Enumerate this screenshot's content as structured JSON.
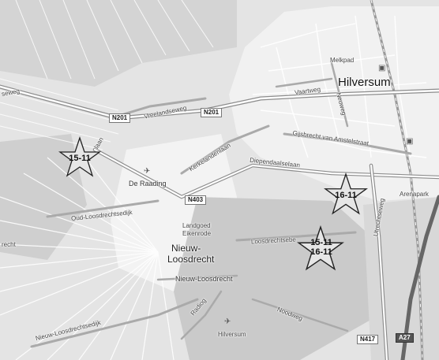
{
  "places": {
    "hilversum": "Hilversum",
    "nieuw_loosdrecht_1": "Nieuw-",
    "nieuw_loosdrecht_2": "Loosdrecht",
    "nieuw_loosdrecht_lane": "Nieuw-Loosdrecht",
    "de_raading": "De Raading",
    "landgoed_1": "Landgoed",
    "landgoed_2": "Eikenrode",
    "arenapark": "Arenapark",
    "hilversum_airfield": "Hilversum",
    "melkpad": "Melkpad"
  },
  "streets": {
    "vreelandseweg": "Vreelandseweg",
    "seweg_left": "seweg",
    "vaartweg": "Vaartweg",
    "neuweg": "Neuweg",
    "gijsbrecht": "Gijsbrecht van Amstelstraat",
    "diependaalselaan": "Diependaalselaan",
    "kerkelanden": "Kerkelandenlaan",
    "oud_loosdrechtsedijk": "Oud-Loosdrechtsedijk",
    "recht_left": "recht",
    "loosdrechtsebe": "Loosdrechtsebe",
    "utrechtseweg": "Utrechtseweg",
    "nieuw_loosdrechtsedijk": "Nieuw-Loosdrechtsedijk",
    "radiog": "Radiog",
    "noodweg": "Noodweg",
    "kerkelaan_frag": "laan"
  },
  "roads": {
    "n201_a": "N201",
    "n201_b": "N201",
    "n403": "N403",
    "n417": "N417",
    "a27": "A27"
  },
  "markers": [
    {
      "name": "marker-15-11-west",
      "label": "15-11"
    },
    {
      "name": "marker-16-11-east",
      "label": "16-11"
    },
    {
      "name": "marker-15-16-south",
      "label": "15-11\n16-11"
    }
  ],
  "icons": {
    "de_raading_icon": "plane",
    "airfield_icon": "airplane",
    "transit_icon": "bus"
  }
}
